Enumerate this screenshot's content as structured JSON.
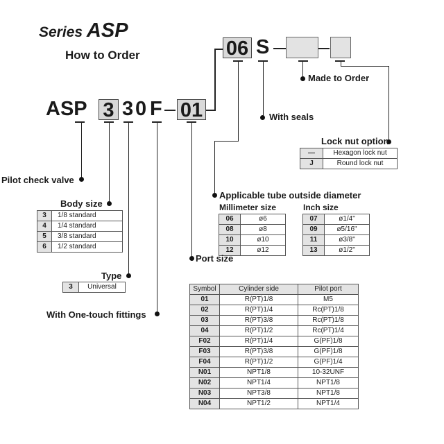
{
  "header": {
    "series_prefix": "Series",
    "series_name": "ASP",
    "how_to_order": "How to Order"
  },
  "code": {
    "prefix": "ASP",
    "body_size": "3",
    "type": "3",
    "fitting": "0",
    "fitting_letter": "F",
    "dash": "–",
    "port": "01",
    "tube": "06",
    "seal": "S"
  },
  "labels": {
    "made_to_order": "Made to Order",
    "with_seals": "With seals",
    "lock_nut_option": "Lock nut option",
    "pilot_check_valve": "Pilot check valve",
    "body_size": "Body size",
    "type": "Type",
    "with_one_touch": "With One-touch fittings",
    "applicable_tube": "Applicable tube outside diameter",
    "millimeter_size": "Millimeter size",
    "inch_size": "Inch size",
    "port_size": "Port size"
  },
  "lock_nut": [
    {
      "code": "—",
      "desc": "Hexagon lock nut"
    },
    {
      "code": "J",
      "desc": "Round lock nut"
    }
  ],
  "body_sizes": [
    {
      "code": "3",
      "desc": "1/8 standard"
    },
    {
      "code": "4",
      "desc": "1/4 standard"
    },
    {
      "code": "5",
      "desc": "3/8 standard"
    },
    {
      "code": "6",
      "desc": "1/2 standard"
    }
  ],
  "types": [
    {
      "code": "3",
      "desc": "Universal"
    }
  ],
  "mm_sizes": [
    {
      "code": "06",
      "desc": "ø6"
    },
    {
      "code": "08",
      "desc": "ø8"
    },
    {
      "code": "10",
      "desc": "ø10"
    },
    {
      "code": "12",
      "desc": "ø12"
    }
  ],
  "inch_sizes": [
    {
      "code": "07",
      "desc": "ø1/4\""
    },
    {
      "code": "09",
      "desc": "ø5/16\""
    },
    {
      "code": "11",
      "desc": "ø3/8\""
    },
    {
      "code": "13",
      "desc": "ø1/2\""
    }
  ],
  "port_table": {
    "headers": [
      "Symbol",
      "Cylinder side",
      "Pilot port"
    ],
    "rows": [
      [
        "01",
        "R(PT)1/8",
        "M5"
      ],
      [
        "02",
        "R(PT)1/4",
        "Rc(PT)1/8"
      ],
      [
        "03",
        "R(PT)3/8",
        "Rc(PT)1/8"
      ],
      [
        "04",
        "R(PT)1/2",
        "Rc(PT)1/4"
      ],
      [
        "F02",
        "R(PT)1/4",
        "G(PF)1/8"
      ],
      [
        "F03",
        "R(PT)3/8",
        "G(PF)1/8"
      ],
      [
        "F04",
        "R(PT)1/2",
        "G(PF)1/4"
      ],
      [
        "N01",
        "NPT1/8",
        "10-32UNF"
      ],
      [
        "N02",
        "NPT1/4",
        "NPT1/8"
      ],
      [
        "N03",
        "NPT3/8",
        "NPT1/8"
      ],
      [
        "N04",
        "NPT1/2",
        "NPT1/4"
      ]
    ]
  }
}
